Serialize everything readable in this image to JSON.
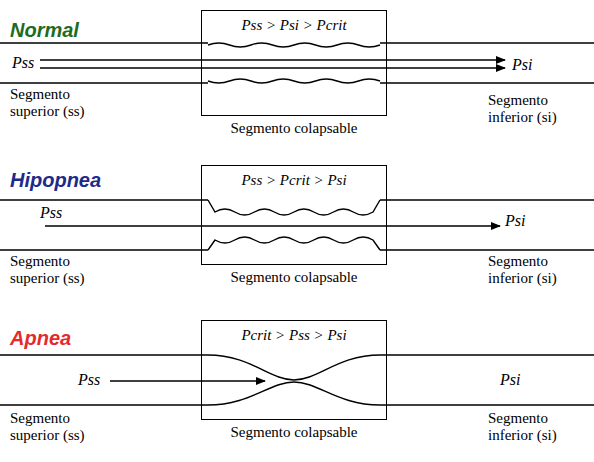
{
  "diagram": {
    "nodes": [
      {
        "text": [
          "Pss > Psi > Pcrit",
          "Segmento colapsable"
        ]
      },
      {
        "text": [
          "Pss > Pcrit > Psi",
          "Segmento colapsable"
        ]
      },
      {
        "text": [
          "Pcrit > Pss > Psi",
          "Segmento colapsable"
        ]
      }
    ],
    "labels": [
      "Normal",
      "Pss",
      "Segmento superior (ss)",
      "Psi",
      "Segmento inferior (si)",
      "Hipopnea",
      "Pss",
      "Segmento superior (ss)",
      "Psi",
      "Segmento inferior (si)",
      "Apnea",
      "Pss",
      "Segmento superior (ss)",
      "Psi",
      "Segmento inferior (si)"
    ]
  }
}
